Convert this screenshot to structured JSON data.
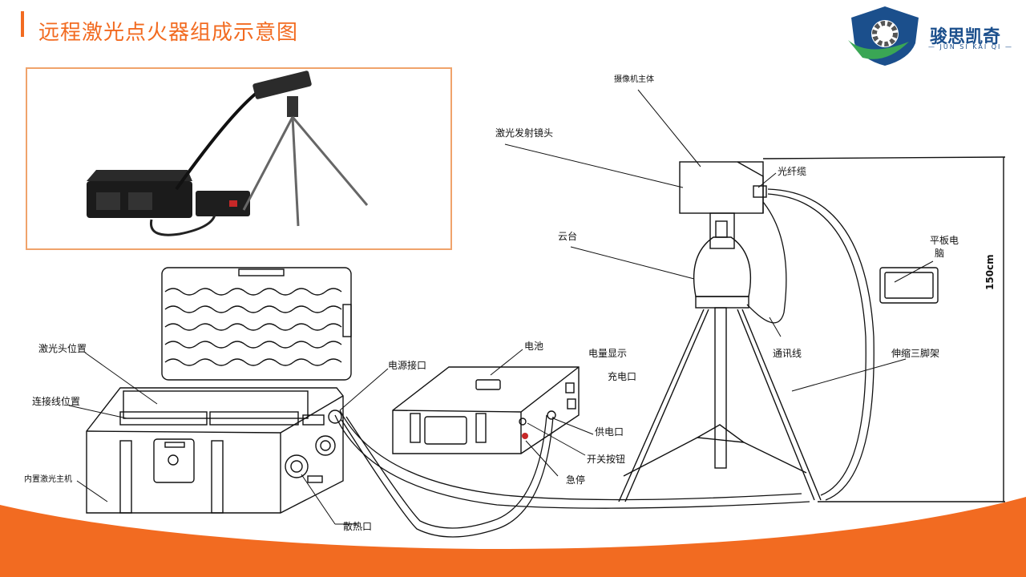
{
  "header": {
    "title": "远程激光点火器组成示意图"
  },
  "logo": {
    "name": "骏思凯奇",
    "subtitle": "— JUN SI KAI QI —"
  },
  "colors": {
    "accent": "#f26b21",
    "logo_blue": "#1b4f8c",
    "logo_green": "#3aa655",
    "logo_gear": "#555555"
  },
  "photo": {
    "icon": "product-photo"
  },
  "labels": {
    "camera_body": "摄像机主体",
    "laser_lens": "激光发射镜头",
    "fiber_cable": "光纤缆",
    "gimbal": "云台",
    "tablet_1": "平板电",
    "tablet_2": "脑",
    "comm_cable": "通讯线",
    "tripod": "伸缩三脚架",
    "height": "150cm",
    "battery": "电池",
    "power_display": "电量显示",
    "charge_port": "充电口",
    "power_port": "电源接口",
    "supply_port": "供电口",
    "switch_button": "开关按钮",
    "emergency_stop": "急停",
    "laser_head_pos": "激光头位置",
    "cable_pos": "连接线位置",
    "laser_host": "内置激光主机",
    "vent": "散热口"
  }
}
